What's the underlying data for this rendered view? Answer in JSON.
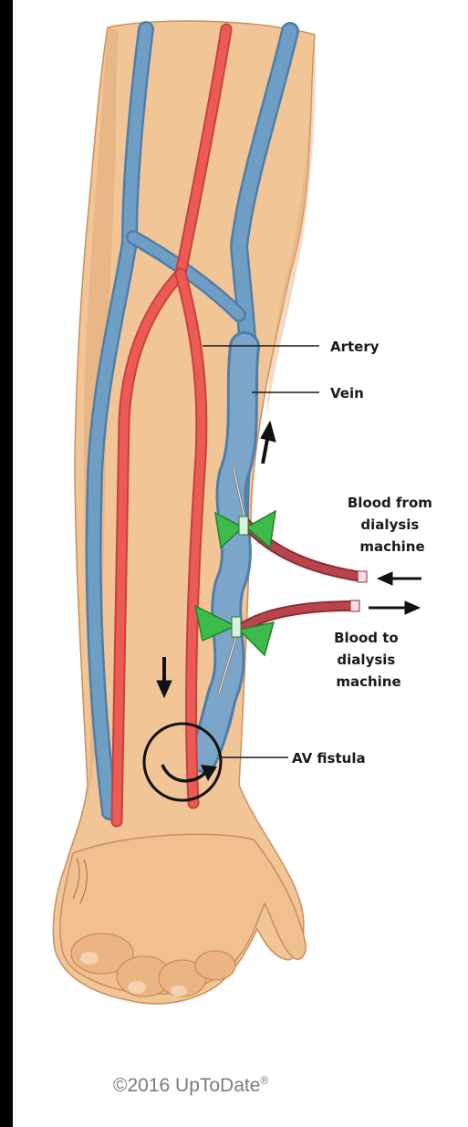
{
  "labels": {
    "artery": "Artery",
    "vein": "Vein",
    "blood_from": [
      "Blood from",
      "dialysis",
      "machine"
    ],
    "blood_to": [
      "Blood to",
      "dialysis",
      "machine"
    ],
    "av_fistula": "AV fistula"
  },
  "copyright": {
    "text": "©2016 UpToDate",
    "mark": "®"
  },
  "colors": {
    "skin": "#f2c597",
    "skin_shadow": "#d9a06d",
    "vein": "#6f9ec4",
    "vein_dark": "#4f7fa8",
    "artery": "#ec5a55",
    "artery_dark": "#c9403d",
    "needle_wing": "#3dbb4a",
    "tubing": "#b8444c"
  }
}
